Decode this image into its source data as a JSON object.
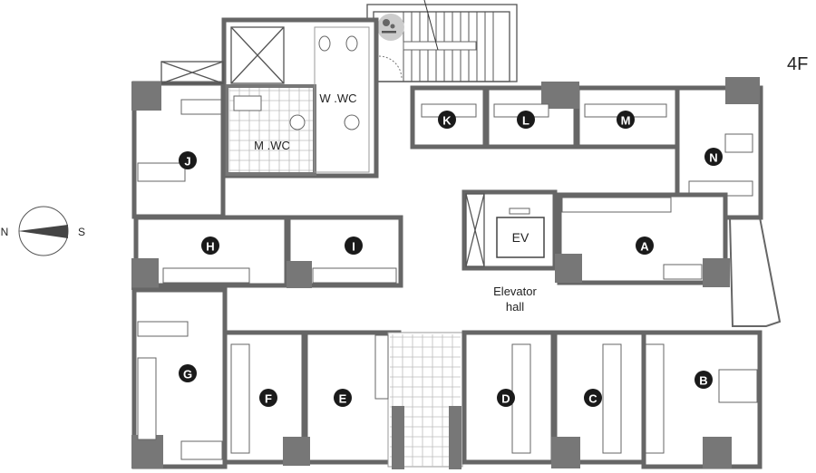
{
  "floor_label": "4F",
  "compass": {
    "north": "N",
    "south": "S"
  },
  "restrooms": {
    "women": "W .WC",
    "men": "M .WC"
  },
  "elevator": {
    "label": "EV",
    "hall_line1": "Elevator",
    "hall_line2": "hall"
  },
  "rooms": [
    "A",
    "B",
    "C",
    "D",
    "E",
    "F",
    "G",
    "H",
    "I",
    "J",
    "K",
    "L",
    "M",
    "N"
  ],
  "colors": {
    "wall": "#777777",
    "label_circle": "#1a1a1a"
  }
}
